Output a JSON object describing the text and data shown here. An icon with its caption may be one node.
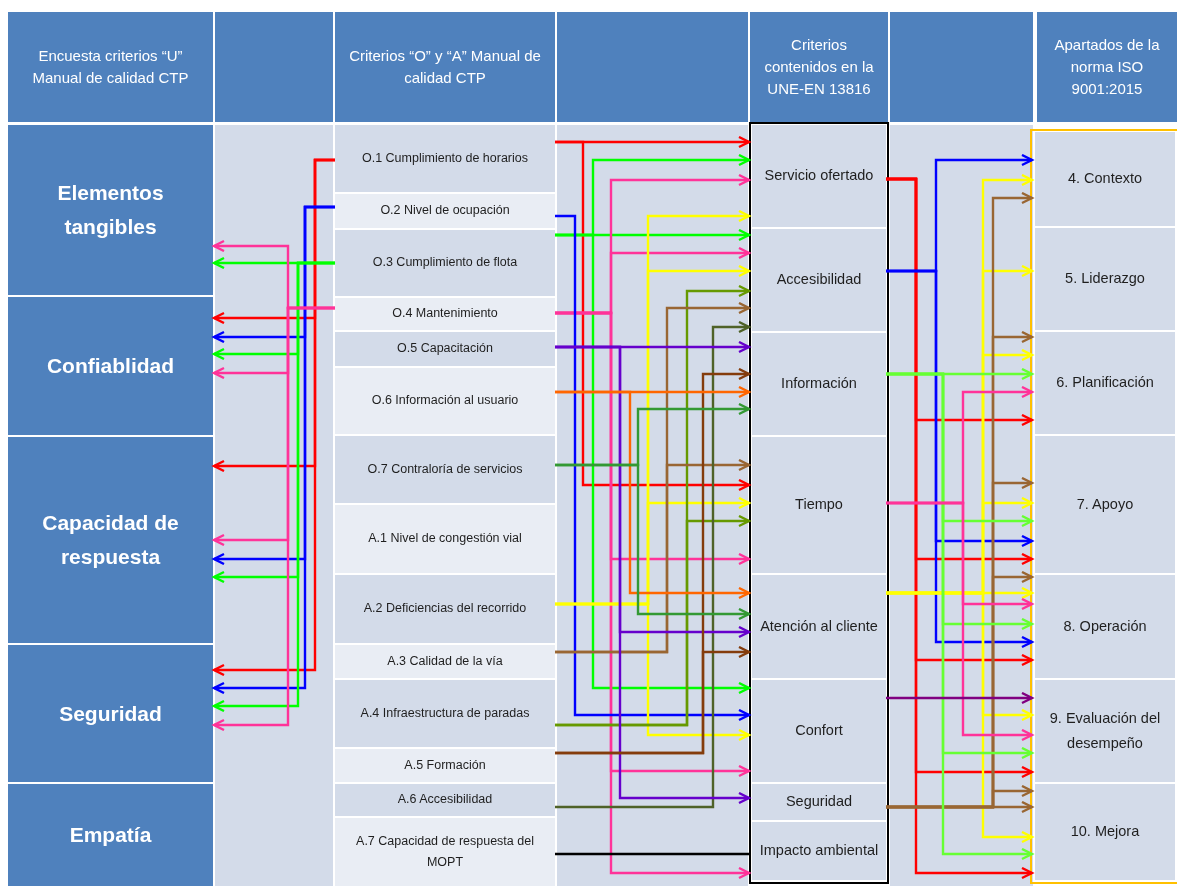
{
  "diagram": {
    "nodes": [
      {
        "text": [
          "Encuesta criterios “U” Manual de calidad CTP"
        ]
      },
      {
        "text": [
          "Criterios “O” y “A” Manual de calidad CTP"
        ]
      },
      {
        "text": [
          "Criterios contenidos en la UNE-EN 13816"
        ]
      },
      {
        "text": [
          "Apartados de la norma ISO 9001:2015"
        ]
      },
      {
        "text": [
          "Elementos tangibles"
        ]
      },
      {
        "text": [
          "Confiablidad"
        ]
      },
      {
        "text": [
          "Capacidad de respuesta"
        ]
      },
      {
        "text": [
          "Seguridad"
        ]
      },
      {
        "text": [
          "Empatía"
        ]
      },
      {
        "text": [
          "O.1 Cumplimiento de horarios"
        ]
      },
      {
        "text": [
          "O.2 Nivel de ocupación"
        ]
      },
      {
        "text": [
          "O.3 Cumplimiento de flota"
        ]
      },
      {
        "text": [
          "O.4 Mantenimiento"
        ]
      },
      {
        "text": [
          "O.5 Capacitación"
        ]
      },
      {
        "text": [
          "O.6 Información al usuario"
        ]
      },
      {
        "text": [
          "O.7 Contraloría de servicios"
        ]
      },
      {
        "text": [
          "A.1 Nivel de congestión vial"
        ]
      },
      {
        "text": [
          "A.2 Deficiencias del recorrido"
        ]
      },
      {
        "text": [
          "A.3 Calidad de la vía"
        ]
      },
      {
        "text": [
          "A.4 Infraestructura de paradas"
        ]
      },
      {
        "text": [
          "A.5 Formación"
        ]
      },
      {
        "text": [
          "A.6 Accesibilidad"
        ]
      },
      {
        "text": [
          "A.7 Capacidad de respuesta del MOPT"
        ]
      },
      {
        "text": [
          "Servicio ofertado"
        ]
      },
      {
        "text": [
          "Accesibilidad"
        ]
      },
      {
        "text": [
          "Información"
        ]
      },
      {
        "text": [
          "Tiempo"
        ]
      },
      {
        "text": [
          "Atención al cliente"
        ]
      },
      {
        "text": [
          "Confort"
        ]
      },
      {
        "text": [
          "Seguridad"
        ]
      },
      {
        "text": [
          "Impacto ambiental"
        ]
      },
      {
        "text": [
          "4. Contexto"
        ]
      },
      {
        "text": [
          "5. Liderazgo"
        ]
      },
      {
        "text": [
          "6. Planificación"
        ]
      },
      {
        "text": [
          "7. Apoyo"
        ]
      },
      {
        "text": [
          "8. Operación"
        ]
      },
      {
        "text": [
          "9. Evaluación del desempeño"
        ]
      },
      {
        "text": [
          "10. Mejora"
        ]
      }
    ],
    "edges": [
      {
        "from": 9,
        "to": 5,
        "arrow": "to",
        "color": "#ff0000"
      },
      {
        "from": 9,
        "to": 6,
        "arrow": "to",
        "color": "#ff0000"
      },
      {
        "from": 9,
        "to": 7,
        "arrow": "to",
        "color": "#ff0000"
      },
      {
        "from": 10,
        "to": 5,
        "arrow": "to",
        "color": "#0000ff"
      },
      {
        "from": 10,
        "to": 6,
        "arrow": "to",
        "color": "#0000ff"
      },
      {
        "from": 10,
        "to": 7,
        "arrow": "to",
        "color": "#0000ff"
      },
      {
        "from": 11,
        "to": 4,
        "arrow": "to",
        "color": "#00ff00"
      },
      {
        "from": 11,
        "to": 5,
        "arrow": "to",
        "color": "#00ff00"
      },
      {
        "from": 11,
        "to": 6,
        "arrow": "to",
        "color": "#00ff00"
      },
      {
        "from": 11,
        "to": 7,
        "arrow": "to",
        "color": "#00ff00"
      },
      {
        "from": 12,
        "to": 4,
        "arrow": "to",
        "color": "#ff3399"
      },
      {
        "from": 12,
        "to": 5,
        "arrow": "to",
        "color": "#ff3399"
      },
      {
        "from": 12,
        "to": 6,
        "arrow": "to",
        "color": "#ff3399"
      },
      {
        "from": 12,
        "to": 7,
        "arrow": "to",
        "color": "#ff3399"
      },
      {
        "from": 9,
        "to": 23,
        "arrow": "to",
        "color": "#ff0000"
      },
      {
        "from": 9,
        "to": 26,
        "arrow": "to",
        "color": "#ff0000"
      },
      {
        "from": 11,
        "to": 23,
        "arrow": "to",
        "color": "#00ff00"
      },
      {
        "from": 11,
        "to": 24,
        "arrow": "to",
        "color": "#00ff00"
      },
      {
        "from": 11,
        "to": 28,
        "arrow": "to",
        "color": "#00ff00"
      },
      {
        "from": 12,
        "to": 23,
        "arrow": "to",
        "color": "#ff3399"
      },
      {
        "from": 12,
        "to": 24,
        "arrow": "to",
        "color": "#ff3399"
      },
      {
        "from": 12,
        "to": 26,
        "arrow": "to",
        "color": "#ff3399"
      },
      {
        "from": 12,
        "to": 28,
        "arrow": "to",
        "color": "#ff3399"
      },
      {
        "from": 12,
        "to": 30,
        "arrow": "to",
        "color": "#ff3399"
      },
      {
        "from": 10,
        "to": 28,
        "arrow": "to",
        "color": "#0000ff"
      },
      {
        "from": 17,
        "to": 23,
        "arrow": "to",
        "color": "#ffff00"
      },
      {
        "from": 17,
        "to": 24,
        "arrow": "to",
        "color": "#ffff00"
      },
      {
        "from": 17,
        "to": 26,
        "arrow": "to",
        "color": "#ffff00"
      },
      {
        "from": 17,
        "to": 28,
        "arrow": "to",
        "color": "#ffff00"
      },
      {
        "from": 19,
        "to": 24,
        "arrow": "to",
        "color": "#669900"
      },
      {
        "from": 19,
        "to": 26,
        "arrow": "to",
        "color": "#669900"
      },
      {
        "from": 18,
        "to": 24,
        "arrow": "to",
        "color": "#996633"
      },
      {
        "from": 18,
        "to": 26,
        "arrow": "to",
        "color": "#996633"
      },
      {
        "from": 21,
        "to": 24,
        "arrow": "to",
        "color": "#4f6228"
      },
      {
        "from": 13,
        "to": 25,
        "arrow": "to",
        "color": "#6600cc"
      },
      {
        "from": 13,
        "to": 27,
        "arrow": "to",
        "color": "#6600cc"
      },
      {
        "from": 13,
        "to": 29,
        "arrow": "to",
        "color": "#6600cc"
      },
      {
        "from": 20,
        "to": 25,
        "arrow": "to",
        "color": "#843c0c"
      },
      {
        "from": 20,
        "to": 27,
        "arrow": "to",
        "color": "#843c0c"
      },
      {
        "from": 14,
        "to": 25,
        "arrow": "to",
        "color": "#ff6600"
      },
      {
        "from": 14,
        "to": 27,
        "arrow": "to",
        "color": "#ff6600"
      },
      {
        "from": 15,
        "to": 25,
        "arrow": "to",
        "color": "#339933"
      },
      {
        "from": 15,
        "to": 27,
        "arrow": "to",
        "color": "#339933"
      },
      {
        "from": 22,
        "to": 30,
        "arrow": "none",
        "color": "#000000"
      },
      {
        "from": 23,
        "to": 33,
        "arrow": "to",
        "color": "#ff0000"
      },
      {
        "from": 23,
        "to": 34,
        "arrow": "to",
        "color": "#ff0000"
      },
      {
        "from": 23,
        "to": 35,
        "arrow": "to",
        "color": "#ff0000"
      },
      {
        "from": 23,
        "to": 36,
        "arrow": "to",
        "color": "#ff0000"
      },
      {
        "from": 23,
        "to": 37,
        "arrow": "to",
        "color": "#ff0000"
      },
      {
        "from": 24,
        "to": 31,
        "arrow": "to",
        "color": "#0000ff"
      },
      {
        "from": 24,
        "to": 34,
        "arrow": "to",
        "color": "#0000ff"
      },
      {
        "from": 24,
        "to": 35,
        "arrow": "to",
        "color": "#0000ff"
      },
      {
        "from": 27,
        "to": 31,
        "arrow": "to",
        "color": "#ffff00"
      },
      {
        "from": 27,
        "to": 32,
        "arrow": "to",
        "color": "#ffff00"
      },
      {
        "from": 27,
        "to": 33,
        "arrow": "to",
        "color": "#ffff00"
      },
      {
        "from": 27,
        "to": 34,
        "arrow": "to",
        "color": "#ffff00"
      },
      {
        "from": 27,
        "to": 35,
        "arrow": "to",
        "color": "#ffff00"
      },
      {
        "from": 27,
        "to": 36,
        "arrow": "to",
        "color": "#ffff00"
      },
      {
        "from": 27,
        "to": 37,
        "arrow": "to",
        "color": "#ffff00"
      },
      {
        "from": 29,
        "to": 31,
        "arrow": "to",
        "color": "#996633"
      },
      {
        "from": 29,
        "to": 33,
        "arrow": "to",
        "color": "#996633"
      },
      {
        "from": 29,
        "to": 34,
        "arrow": "to",
        "color": "#996633"
      },
      {
        "from": 29,
        "to": 35,
        "arrow": "to",
        "color": "#996633"
      },
      {
        "from": 29,
        "to": 37,
        "arrow": "to",
        "color": "#996633"
      },
      {
        "from": 29,
        "to": 37,
        "arrow": "to",
        "color": "#996633"
      },
      {
        "from": 25,
        "to": 33,
        "arrow": "to",
        "color": "#66ff33"
      },
      {
        "from": 25,
        "to": 34,
        "arrow": "to",
        "color": "#66ff33"
      },
      {
        "from": 25,
        "to": 35,
        "arrow": "to",
        "color": "#66ff33"
      },
      {
        "from": 25,
        "to": 36,
        "arrow": "to",
        "color": "#66ff33"
      },
      {
        "from": 25,
        "to": 37,
        "arrow": "to",
        "color": "#66ff33"
      },
      {
        "from": 26,
        "to": 33,
        "arrow": "to",
        "color": "#ff3399"
      },
      {
        "from": 26,
        "to": 35,
        "arrow": "to",
        "color": "#ff3399"
      },
      {
        "from": 26,
        "to": 36,
        "arrow": "to",
        "color": "#ff3399"
      },
      {
        "from": 28,
        "to": 36,
        "arrow": "to",
        "color": "#800080"
      }
    ]
  }
}
